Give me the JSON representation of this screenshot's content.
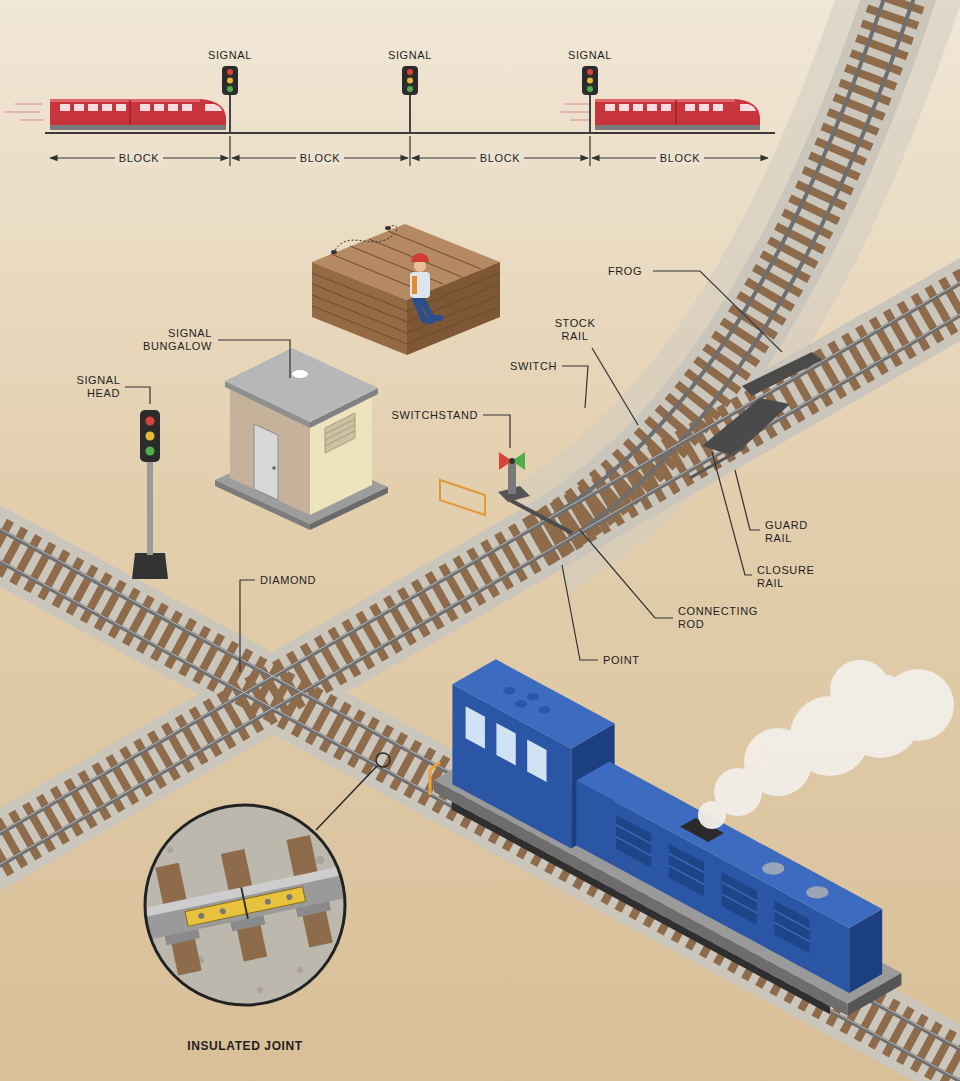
{
  "diagram": {
    "labels": [
      "SIGNAL",
      "SIGNAL",
      "SIGNAL",
      "BLOCK",
      "BLOCK",
      "BLOCK",
      "BLOCK",
      "FROG",
      "STOCK RAIL",
      "SIGNAL BUNGALOW",
      "SWITCH",
      "SIGNAL HEAD",
      "SWITCHSTAND",
      "GUARD RAIL",
      "CLOSURE RAIL",
      "DIAMOND",
      "CONNECTING ROD",
      "POINT",
      "INSULATED JOINT"
    ]
  }
}
